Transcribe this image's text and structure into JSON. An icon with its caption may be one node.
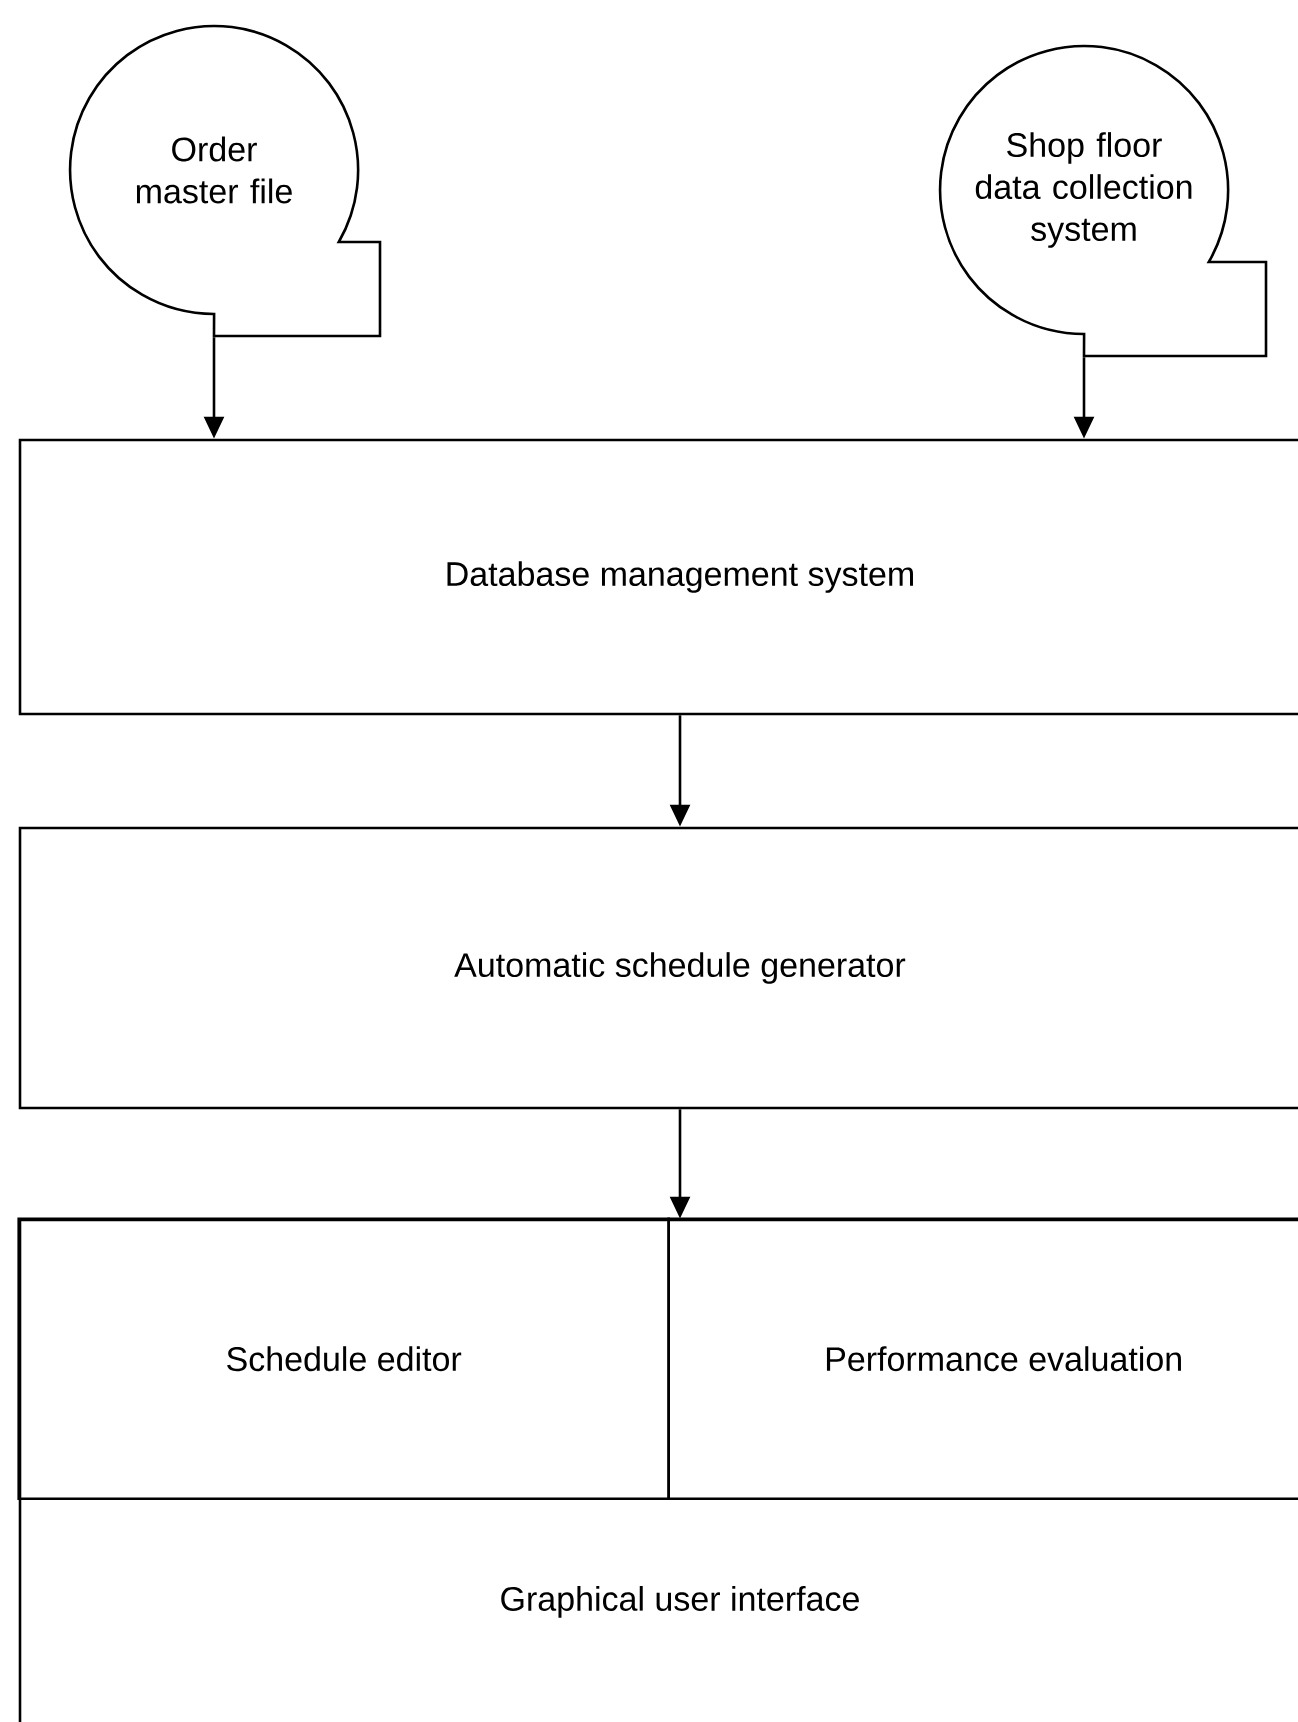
{
  "diagram": {
    "nodes": [
      {
        "text": [
          "Order master file"
        ]
      },
      {
        "text": [
          "Shop floor data collection system"
        ]
      },
      {
        "text": [
          "Database management system"
        ]
      },
      {
        "text": [
          "Automatic schedule generator"
        ]
      },
      {
        "text": [
          "Graphical user interface"
        ]
      },
      {
        "text": [
          "Schedule editor"
        ],
        "in": 4
      },
      {
        "text": [
          "Performance evaluation"
        ],
        "in": 4
      }
    ],
    "edges": [
      {
        "from": 0,
        "to": 2,
        "arrow": "to"
      },
      {
        "from": 1,
        "to": 2,
        "arrow": "to"
      },
      {
        "from": 2,
        "to": 3,
        "arrow": "to"
      },
      {
        "from": 3,
        "to": 4,
        "arrow": "to"
      }
    ]
  }
}
